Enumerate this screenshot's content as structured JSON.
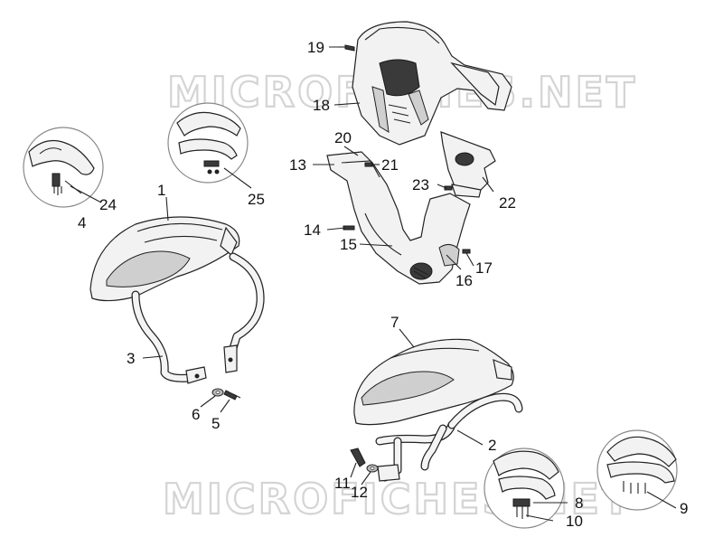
{
  "watermark": {
    "text_top": "MICROFICHES.NET",
    "text_bottom": "MICROFICHES.NET"
  },
  "callouts": [
    {
      "id": "1",
      "name": "callout-1"
    },
    {
      "id": "2",
      "name": "callout-2"
    },
    {
      "id": "3",
      "name": "callout-3"
    },
    {
      "id": "4",
      "name": "callout-4"
    },
    {
      "id": "5",
      "name": "callout-5"
    },
    {
      "id": "6",
      "name": "callout-6"
    },
    {
      "id": "7",
      "name": "callout-7"
    },
    {
      "id": "8",
      "name": "callout-8"
    },
    {
      "id": "9",
      "name": "callout-9"
    },
    {
      "id": "10",
      "name": "callout-10"
    },
    {
      "id": "11",
      "name": "callout-11"
    },
    {
      "id": "12",
      "name": "callout-12"
    },
    {
      "id": "13",
      "name": "callout-13"
    },
    {
      "id": "14",
      "name": "callout-14"
    },
    {
      "id": "15",
      "name": "callout-15"
    },
    {
      "id": "16",
      "name": "callout-16"
    },
    {
      "id": "17",
      "name": "callout-17"
    },
    {
      "id": "18",
      "name": "callout-18"
    },
    {
      "id": "19",
      "name": "callout-19"
    },
    {
      "id": "20",
      "name": "callout-20"
    },
    {
      "id": "21",
      "name": "callout-21"
    },
    {
      "id": "22",
      "name": "callout-22"
    },
    {
      "id": "23",
      "name": "callout-23"
    },
    {
      "id": "24",
      "name": "callout-24"
    },
    {
      "id": "25",
      "name": "callout-25"
    }
  ]
}
